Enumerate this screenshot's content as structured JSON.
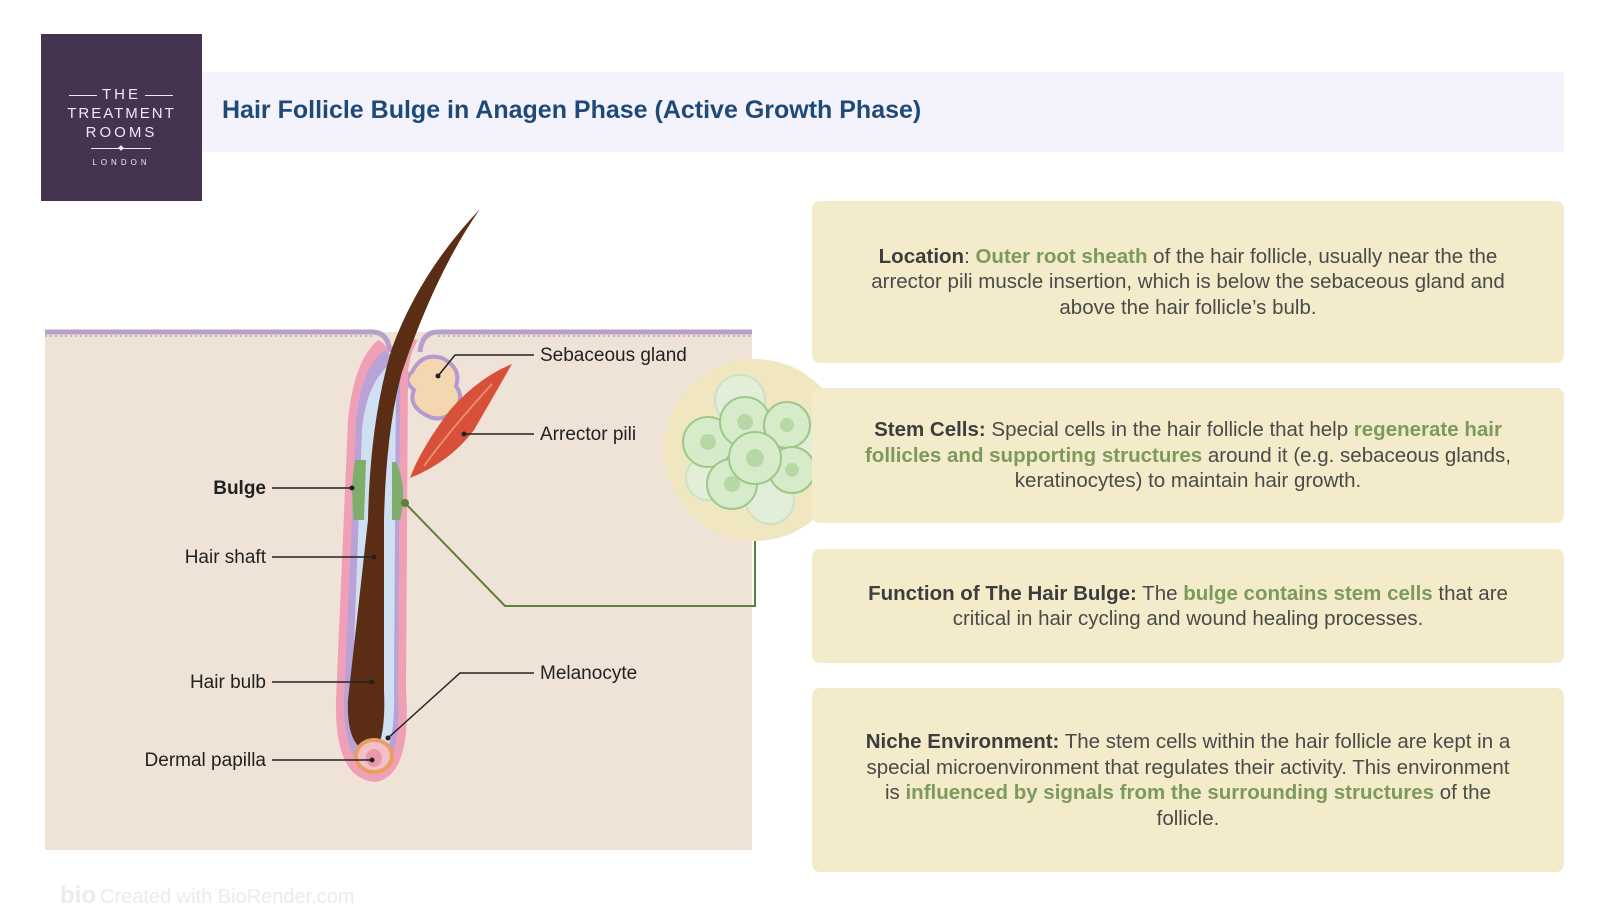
{
  "logo": {
    "line1": "THE",
    "line2": "TREATMENT",
    "line3": "ROOMS",
    "line4": "LONDON"
  },
  "title": "Hair Follicle Bulge in Anagen Phase (Active Growth Phase)",
  "labels": {
    "sebaceous_gland": "Sebaceous gland",
    "arrector_pili": "Arrector pili",
    "bulge": "Bulge",
    "hair_shaft": "Hair shaft",
    "hair_bulb": "Hair bulb",
    "melanocyte": "Melanocyte",
    "dermal_papilla": "Dermal papilla"
  },
  "info": {
    "location": {
      "heading": "Location",
      "a": ": ",
      "hl": "Outer root sheath",
      "b": " of the hair follicle, usually near the the  arrector pili muscle insertion, which is below the sebaceous gland and above the hair follicle’s bulb."
    },
    "stem_cells": {
      "heading": "Stem Cells:",
      "a": " Special cells in the hair follicle that help ",
      "hl": "regenerate hair follicles and supporting structures",
      "b": " around it (e.g. sebaceous glands, keratinocytes) to maintain hair growth."
    },
    "function": {
      "heading": "Function of The Hair Bulge:",
      "a": " The ",
      "hl": "bulge contains stem cells",
      "b": " that are critical in hair cycling and wound healing processes."
    },
    "niche": {
      "heading": "Niche Environment:",
      "a": " The stem cells within the hair follicle are kept in a special microenvironment that regulates their activity. This environment is ",
      "hl": "influenced by signals from the surrounding structures",
      "b": " of the follicle."
    }
  },
  "watermark": {
    "brand": "bio",
    "text": "Created with BioRender.com"
  },
  "colors": {
    "logo_bg": "#45344f",
    "title_text": "#1f4a78",
    "title_bar": "#f4f3fc",
    "dermis": "#efe3d7",
    "info_box": "#f3ebca",
    "highlight": "#7b9a5c",
    "hair": "#5a2d14",
    "muscle": "#d8503a",
    "stem_cell": "#cfe6c4"
  }
}
